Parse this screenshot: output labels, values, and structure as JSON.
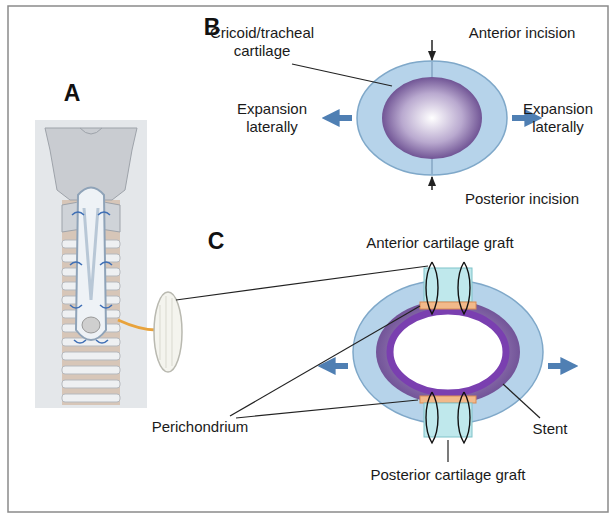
{
  "diagram": {
    "labels": [
      "A",
      "B",
      "Cricoid/tracheal cartilage",
      "Anterior incision",
      "Expansion laterally",
      "Expansion laterally",
      "Posterior incision",
      "C",
      "Anterior cartilage graft",
      "Perichondrium",
      "Stent",
      "Posterior cartilage graft"
    ]
  }
}
